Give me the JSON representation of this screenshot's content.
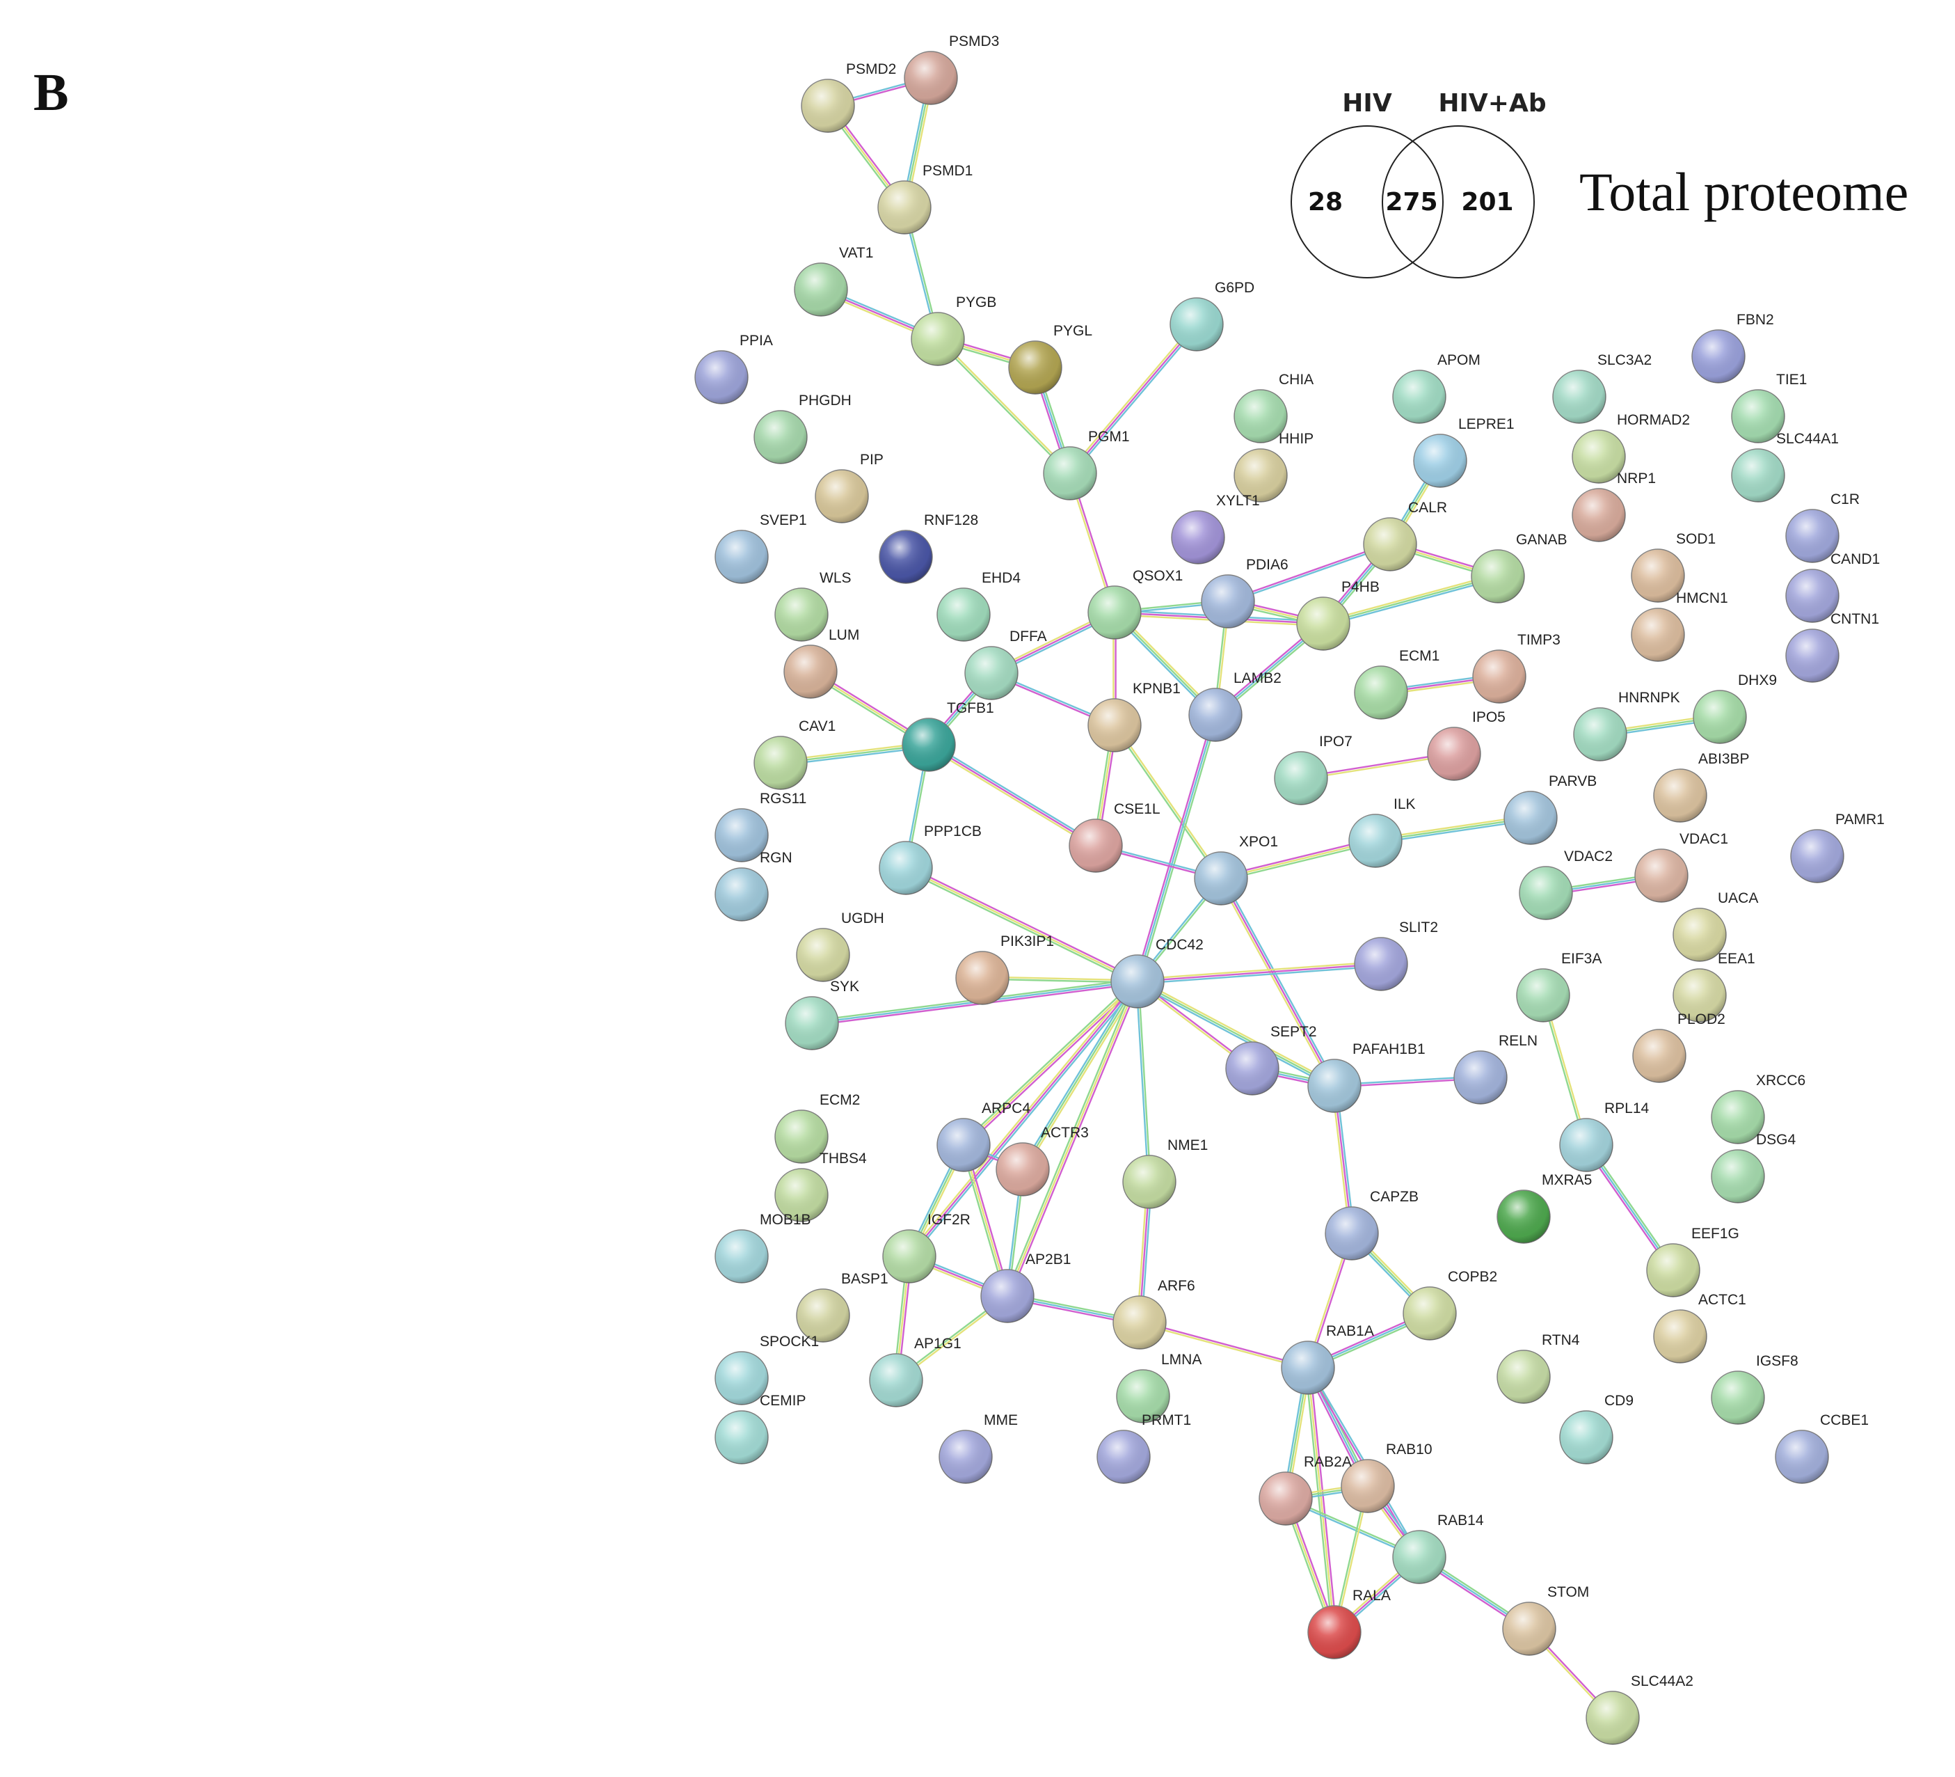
{
  "panel_label": "B",
  "venn": {
    "left_label": "HIV",
    "right_label": "HIV+Ab",
    "left_only": "28",
    "both": "275",
    "right_only": "201",
    "title": "Total proteome",
    "right_only_color": "#ffee00"
  },
  "network": {
    "nodes": [
      {
        "id": "PSMD3",
        "color": "#d4a79b"
      },
      {
        "id": "PSMD2",
        "color": "#d6d4a3"
      },
      {
        "id": "PSMD1",
        "color": "#d8d6a6"
      },
      {
        "id": "VAT1",
        "color": "#a6d8a8"
      },
      {
        "id": "PYGB",
        "color": "#c2dfa2"
      },
      {
        "id": "PYGL",
        "color": "#b2a552"
      },
      {
        "id": "G6PD",
        "color": "#9ad8d0"
      },
      {
        "id": "PGM1",
        "color": "#a6dcb8"
      },
      {
        "id": "PPIA",
        "color": "#9da4d9"
      },
      {
        "id": "PHGDH",
        "color": "#a6d8ac"
      },
      {
        "id": "PIP",
        "color": "#d8c79a"
      },
      {
        "id": "SVEP1",
        "color": "#a0c1dc"
      },
      {
        "id": "RNF128",
        "color": "#4a56a6"
      },
      {
        "id": "CHIA",
        "color": "#a6dcaf"
      },
      {
        "id": "HHIP",
        "color": "#d8cf9f"
      },
      {
        "id": "XYLT1",
        "color": "#a294d8"
      },
      {
        "id": "APOM",
        "color": "#a1dcc4"
      },
      {
        "id": "LEPRE1",
        "color": "#9fcfe6"
      },
      {
        "id": "SLC3A2",
        "color": "#a3dac6"
      },
      {
        "id": "HORMAD2",
        "color": "#c8dea4"
      },
      {
        "id": "NRP1",
        "color": "#d8ab9c"
      },
      {
        "id": "FBN2",
        "color": "#9aa1db"
      },
      {
        "id": "TIE1",
        "color": "#a4dcb0"
      },
      {
        "id": "SLC44A1",
        "color": "#a2dac6"
      },
      {
        "id": "C1R",
        "color": "#a0a8dc"
      },
      {
        "id": "CAND1",
        "color": "#a3a7dc"
      },
      {
        "id": "CNTN1",
        "color": "#a3a6dc"
      },
      {
        "id": "CALR",
        "color": "#d2d9a2"
      },
      {
        "id": "GANAB",
        "color": "#b4dba3"
      },
      {
        "id": "PDIA6",
        "color": "#a3b9dc"
      },
      {
        "id": "P4HB",
        "color": "#cadfa0"
      },
      {
        "id": "QSOX1",
        "color": "#a6dcaa"
      },
      {
        "id": "EHD4",
        "color": "#a0dcbc"
      },
      {
        "id": "WLS",
        "color": "#b2dba3"
      },
      {
        "id": "LUM",
        "color": "#d8b39a"
      },
      {
        "id": "DFFA",
        "color": "#a5dcc2"
      },
      {
        "id": "KPNB1",
        "color": "#dcc59f"
      },
      {
        "id": "LAMB2",
        "color": "#a2b7dc"
      },
      {
        "id": "ECM1",
        "color": "#a8dca6"
      },
      {
        "id": "TIMP3",
        "color": "#dcb09c"
      },
      {
        "id": "SOD1",
        "color": "#dcbd9e"
      },
      {
        "id": "HMCN1",
        "color": "#dcbd9f"
      },
      {
        "id": "TGFB1",
        "color": "#3ba59a"
      },
      {
        "id": "CAV1",
        "color": "#bcdca2"
      },
      {
        "id": "IPO7",
        "color": "#a3dcc4"
      },
      {
        "id": "IPO5",
        "color": "#dca0a0"
      },
      {
        "id": "HNRNPK",
        "color": "#a3dcc2"
      },
      {
        "id": "DHX9",
        "color": "#a6dca8"
      },
      {
        "id": "ABI3BP",
        "color": "#dcc3a0"
      },
      {
        "id": "RGS11",
        "color": "#a0c2dc"
      },
      {
        "id": "RGN",
        "color": "#a0cadc"
      },
      {
        "id": "CSE1L",
        "color": "#dca4a0"
      },
      {
        "id": "PPP1CB",
        "color": "#a0d6dc"
      },
      {
        "id": "XPO1",
        "color": "#a3c3dc"
      },
      {
        "id": "ILK",
        "color": "#a3d6dc"
      },
      {
        "id": "PARVB",
        "color": "#a3c4dc"
      },
      {
        "id": "PAMR1",
        "color": "#a2a8dc"
      },
      {
        "id": "VDAC2",
        "color": "#a3dcb6"
      },
      {
        "id": "VDAC1",
        "color": "#dcb5a3"
      },
      {
        "id": "UACA",
        "color": "#d9d9a3"
      },
      {
        "id": "UGDH",
        "color": "#d4d9a3"
      },
      {
        "id": "PIK3IP1",
        "color": "#dcb497"
      },
      {
        "id": "CDC42",
        "color": "#a5c3dc"
      },
      {
        "id": "SLIT2",
        "color": "#a3a6dc"
      },
      {
        "id": "EEA1",
        "color": "#d6d9a5"
      },
      {
        "id": "SYK",
        "color": "#a3dcc3"
      },
      {
        "id": "EIF3A",
        "color": "#a6dcb4"
      },
      {
        "id": "SEPT2",
        "color": "#a3a6dc"
      },
      {
        "id": "PAFAH1B1",
        "color": "#a3c7dc"
      },
      {
        "id": "RELN",
        "color": "#a3b4dc"
      },
      {
        "id": "PLOD2",
        "color": "#dcc0a0"
      },
      {
        "id": "XRCC6",
        "color": "#a6dcaa"
      },
      {
        "id": "DSG4",
        "color": "#a6dcaf"
      },
      {
        "id": "ECM2",
        "color": "#b6dca2"
      },
      {
        "id": "THBS4",
        "color": "#c2dca2"
      },
      {
        "id": "ARPC4",
        "color": "#a3b7dc"
      },
      {
        "id": "ACTR3",
        "color": "#dcaa9f"
      },
      {
        "id": "NME1",
        "color": "#c4dca2"
      },
      {
        "id": "RPL14",
        "color": "#a3d3dc"
      },
      {
        "id": "MXRA5",
        "color": "#4ea84e"
      },
      {
        "id": "CAPZB",
        "color": "#a3b5dc"
      },
      {
        "id": "MOB1B",
        "color": "#a3d6dc"
      },
      {
        "id": "IGF2R",
        "color": "#b4dca6"
      },
      {
        "id": "AP2B1",
        "color": "#a3a8dc"
      },
      {
        "id": "EEF1G",
        "color": "#cddca2"
      },
      {
        "id": "BASP1",
        "color": "#d2d4a2"
      },
      {
        "id": "ARF6",
        "color": "#dcd2a3"
      },
      {
        "id": "COPB2",
        "color": "#cfdca3"
      },
      {
        "id": "ACTC1",
        "color": "#dccfa2"
      },
      {
        "id": "SPOCK1",
        "color": "#a3d9dc"
      },
      {
        "id": "AP1G1",
        "color": "#a3d9d2"
      },
      {
        "id": "RAB1A",
        "color": "#a3c2dc"
      },
      {
        "id": "RTN4",
        "color": "#c6dca6"
      },
      {
        "id": "LMNA",
        "color": "#a6dcaa"
      },
      {
        "id": "IGSF8",
        "color": "#a6dcaa"
      },
      {
        "id": "CEMIP",
        "color": "#a3dcd6"
      },
      {
        "id": "CD9",
        "color": "#a3dcd3"
      },
      {
        "id": "MME",
        "color": "#a3a8dc"
      },
      {
        "id": "PRMT1",
        "color": "#a3a8dc"
      },
      {
        "id": "CCBE1",
        "color": "#a3b0dc"
      },
      {
        "id": "RAB10",
        "color": "#dcbca3"
      },
      {
        "id": "RAB2A",
        "color": "#dcaaa3"
      },
      {
        "id": "RAB14",
        "color": "#a3dcc1"
      },
      {
        "id": "STOM",
        "color": "#dcc5a3"
      },
      {
        "id": "RALA",
        "color": "#dc4c4c"
      },
      {
        "id": "SLC44A2",
        "color": "#c8dca3"
      }
    ],
    "edges": [
      [
        "PSMD2",
        "PSMD3"
      ],
      [
        "PSMD2",
        "PSMD1"
      ],
      [
        "PSMD3",
        "PSMD1"
      ],
      [
        "PSMD1",
        "PYGB"
      ],
      [
        "VAT1",
        "PYGB"
      ],
      [
        "PYGB",
        "PYGL"
      ],
      [
        "PYGB",
        "PGM1"
      ],
      [
        "PYGL",
        "PGM1"
      ],
      [
        "G6PD",
        "PGM1"
      ],
      [
        "PGM1",
        "QSOX1"
      ],
      [
        "LEPRE1",
        "CALR"
      ],
      [
        "CALR",
        "P4HB"
      ],
      [
        "CALR",
        "PDIA6"
      ],
      [
        "CALR",
        "GANAB"
      ],
      [
        "P4HB",
        "GANAB"
      ],
      [
        "QSOX1",
        "PDIA6"
      ],
      [
        "QSOX1",
        "P4HB"
      ],
      [
        "PDIA6",
        "P4HB"
      ],
      [
        "PDIA6",
        "LAMB2"
      ],
      [
        "P4HB",
        "LAMB2"
      ],
      [
        "QSOX1",
        "DFFA"
      ],
      [
        "QSOX1",
        "KPNB1"
      ],
      [
        "QSOX1",
        "LAMB2"
      ],
      [
        "DFFA",
        "TGFB1"
      ],
      [
        "DFFA",
        "KPNB1"
      ],
      [
        "LUM",
        "TGFB1"
      ],
      [
        "CAV1",
        "TGFB1"
      ],
      [
        "TGFB1",
        "PPP1CB"
      ],
      [
        "TGFB1",
        "CSE1L"
      ],
      [
        "KPNB1",
        "CSE1L"
      ],
      [
        "KPNB1",
        "XPO1"
      ],
      [
        "LAMB2",
        "CDC42"
      ],
      [
        "ECM1",
        "TIMP3"
      ],
      [
        "IPO7",
        "IPO5"
      ],
      [
        "HNRNPK",
        "DHX9"
      ],
      [
        "VDAC2",
        "VDAC1"
      ],
      [
        "CSE1L",
        "XPO1"
      ],
      [
        "XPO1",
        "ILK"
      ],
      [
        "ILK",
        "PARVB"
      ],
      [
        "XPO1",
        "CDC42"
      ],
      [
        "XPO1",
        "PAFAH1B1"
      ],
      [
        "PPP1CB",
        "CDC42"
      ],
      [
        "PIK3IP1",
        "CDC42"
      ],
      [
        "SYK",
        "CDC42"
      ],
      [
        "SLIT2",
        "CDC42"
      ],
      [
        "CDC42",
        "SEPT2"
      ],
      [
        "CDC42",
        "PAFAH1B1"
      ],
      [
        "SEPT2",
        "PAFAH1B1"
      ],
      [
        "PAFAH1B1",
        "RELN"
      ],
      [
        "CDC42",
        "ARPC4"
      ],
      [
        "CDC42",
        "ACTR3"
      ],
      [
        "CDC42",
        "NME1"
      ],
      [
        "CDC42",
        "IGF2R"
      ],
      [
        "CDC42",
        "AP2B1"
      ],
      [
        "EIF3A",
        "RPL14"
      ],
      [
        "RPL14",
        "EEF1G"
      ],
      [
        "PAFAH1B1",
        "CAPZB"
      ],
      [
        "CAPZB",
        "RAB1A"
      ],
      [
        "CAPZB",
        "COPB2"
      ],
      [
        "COPB2",
        "RAB1A"
      ],
      [
        "ARPC4",
        "ACTR3"
      ],
      [
        "ARPC4",
        "AP2B1"
      ],
      [
        "ARPC4",
        "IGF2R"
      ],
      [
        "ACTR3",
        "AP2B1"
      ],
      [
        "IGF2R",
        "AP2B1"
      ],
      [
        "IGF2R",
        "AP1G1"
      ],
      [
        "AP2B1",
        "AP1G1"
      ],
      [
        "AP2B1",
        "ARF6"
      ],
      [
        "NME1",
        "ARF6"
      ],
      [
        "ARF6",
        "RAB1A"
      ],
      [
        "RAB1A",
        "RAB2A"
      ],
      [
        "RAB1A",
        "RAB10"
      ],
      [
        "RAB1A",
        "RAB14"
      ],
      [
        "RAB1A",
        "RALA"
      ],
      [
        "RAB2A",
        "RAB10"
      ],
      [
        "RAB2A",
        "RAB14"
      ],
      [
        "RAB10",
        "RAB14"
      ],
      [
        "RAB2A",
        "RALA"
      ],
      [
        "RAB10",
        "RALA"
      ],
      [
        "RAB14",
        "STOM"
      ],
      [
        "RAB14",
        "RALA"
      ],
      [
        "STOM",
        "SLC44A2"
      ]
    ]
  }
}
